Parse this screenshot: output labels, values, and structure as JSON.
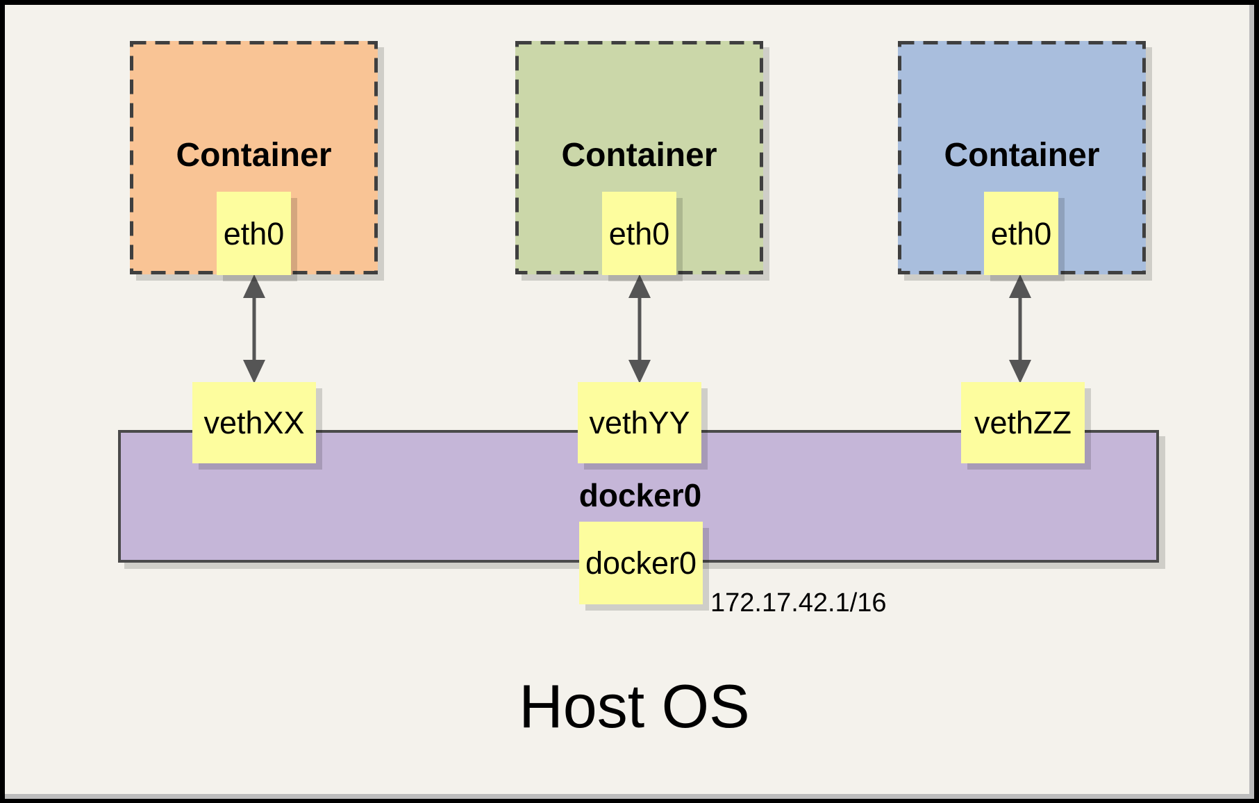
{
  "colors": {
    "background": "#F4F2EC",
    "frame_border": "#000000",
    "page_edge_shadow": "#BDBDBD",
    "node_fill": "#FDFD9E",
    "bridge_fill": "#C5B6D8",
    "dash_border": "#3F3F3F",
    "bar_border": "#4A4A4A",
    "arrow": "#555555"
  },
  "containers": [
    {
      "title": "Container",
      "eth": "eth0",
      "veth": "vethXX",
      "fill": "#F9C495"
    },
    {
      "title": "Container",
      "eth": "eth0",
      "veth": "vethYY",
      "fill": "#CBD7A9"
    },
    {
      "title": "Container",
      "eth": "eth0",
      "veth": "vethZZ",
      "fill": "#A9BEDD"
    }
  ],
  "bridge": {
    "label": "docker0",
    "node": "docker0",
    "ip": "172.17.42.1/16"
  },
  "host": {
    "label": "Host OS"
  }
}
